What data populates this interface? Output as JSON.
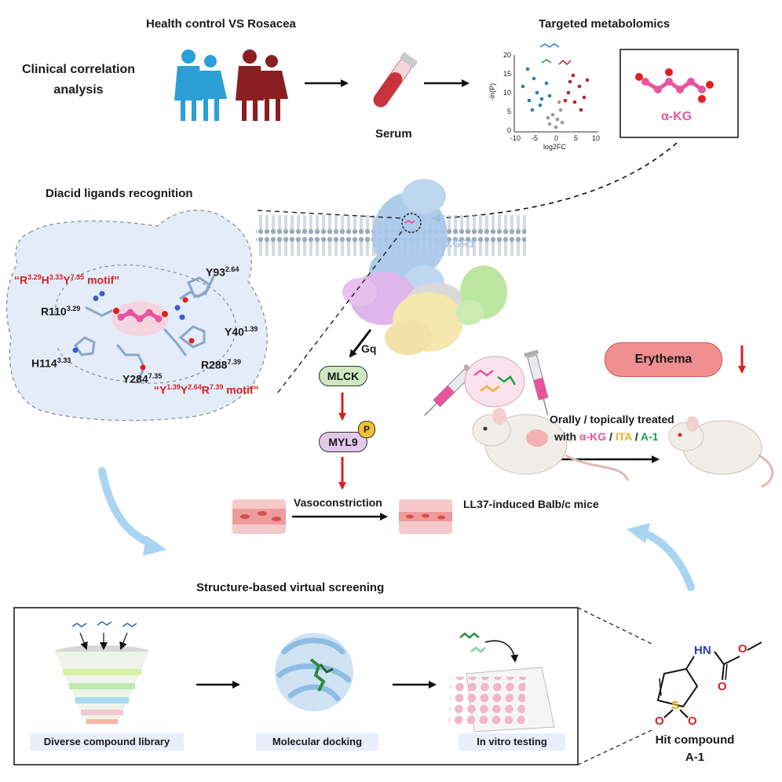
{
  "top": {
    "section_title": "Health control VS Rosacea",
    "clinical": [
      "Clinical correlation",
      "analysis"
    ],
    "serum": "Serum",
    "metabolomics_title": "Targeted metabolomics",
    "akg_box_label": "α-KG"
  },
  "volcano": {
    "ylabel": "-ln(P)",
    "xlabel": "log2FC",
    "y_ticks": [
      "20",
      "15",
      "10",
      "5",
      "0"
    ],
    "x_ticks": [
      "-10",
      "-5",
      "0",
      "5",
      "10"
    ]
  },
  "diacid": {
    "title": "Diacid ligands recognition",
    "motif1_base": [
      "R",
      "H",
      "Y",
      " motif”"
    ],
    "motif1_sup": [
      "3.29",
      "3.33",
      "7.35"
    ],
    "motif2_base": [
      "“Y",
      "Y",
      "R",
      " motif”"
    ],
    "motif2_sup": [
      "1.39",
      "2.64",
      "7.39"
    ],
    "residues": [
      {
        "name": "Y93",
        "sup": "2.64"
      },
      {
        "name": "R110",
        "sup": "3.29"
      },
      {
        "name": "Y40",
        "sup": "1.39"
      },
      {
        "name": "H114",
        "sup": "3.33"
      },
      {
        "name": "R288",
        "sup": "7.39"
      },
      {
        "name": "Y284",
        "sup": "7.35"
      }
    ]
  },
  "receptor": {
    "name": "OXGR1"
  },
  "pathway": {
    "gq": "Gq",
    "mlck": "MLCK",
    "myl9": "MYL9",
    "phospho": "P",
    "vasoconstriction": "Vasoconstriction",
    "mice": "LL37-induced Balb/c mice",
    "erythema": "Erythema",
    "treated_line1": "Orally / topically treated",
    "treated_with": "with ",
    "treated_akg": "α-KG",
    "treated_sep1": " / ",
    "treated_ita": "ITA",
    "treated_sep2": " / ",
    "treated_a1": "A-1"
  },
  "screening": {
    "title": "Structure-based virtual screening",
    "step1": "Diverse compound library",
    "step2": "Molecular  docking",
    "step3": "In vitro testing",
    "hit_line1": "Hit compound",
    "hit_line2": "A-1",
    "atoms": {
      "nh": "HN",
      "o1": "O",
      "o2": "O",
      "s": "S",
      "so1": "O",
      "so2": "O"
    }
  },
  "colors": {
    "healthy": "#2c9fd6",
    "rosacea": "#8b1e22",
    "akg": "#e8559c",
    "ita": "#f0b030",
    "a1": "#22a046",
    "motif_red": "#d62020",
    "arrow_red": "#d62020",
    "blue_arrow": "#a9d4f2",
    "pocket": "#e3ecf8",
    "mlck": "#cfe8c0",
    "myl9": "#e2c9ec",
    "erythema": "#f08f8f",
    "capbox": "#e8eefb"
  }
}
